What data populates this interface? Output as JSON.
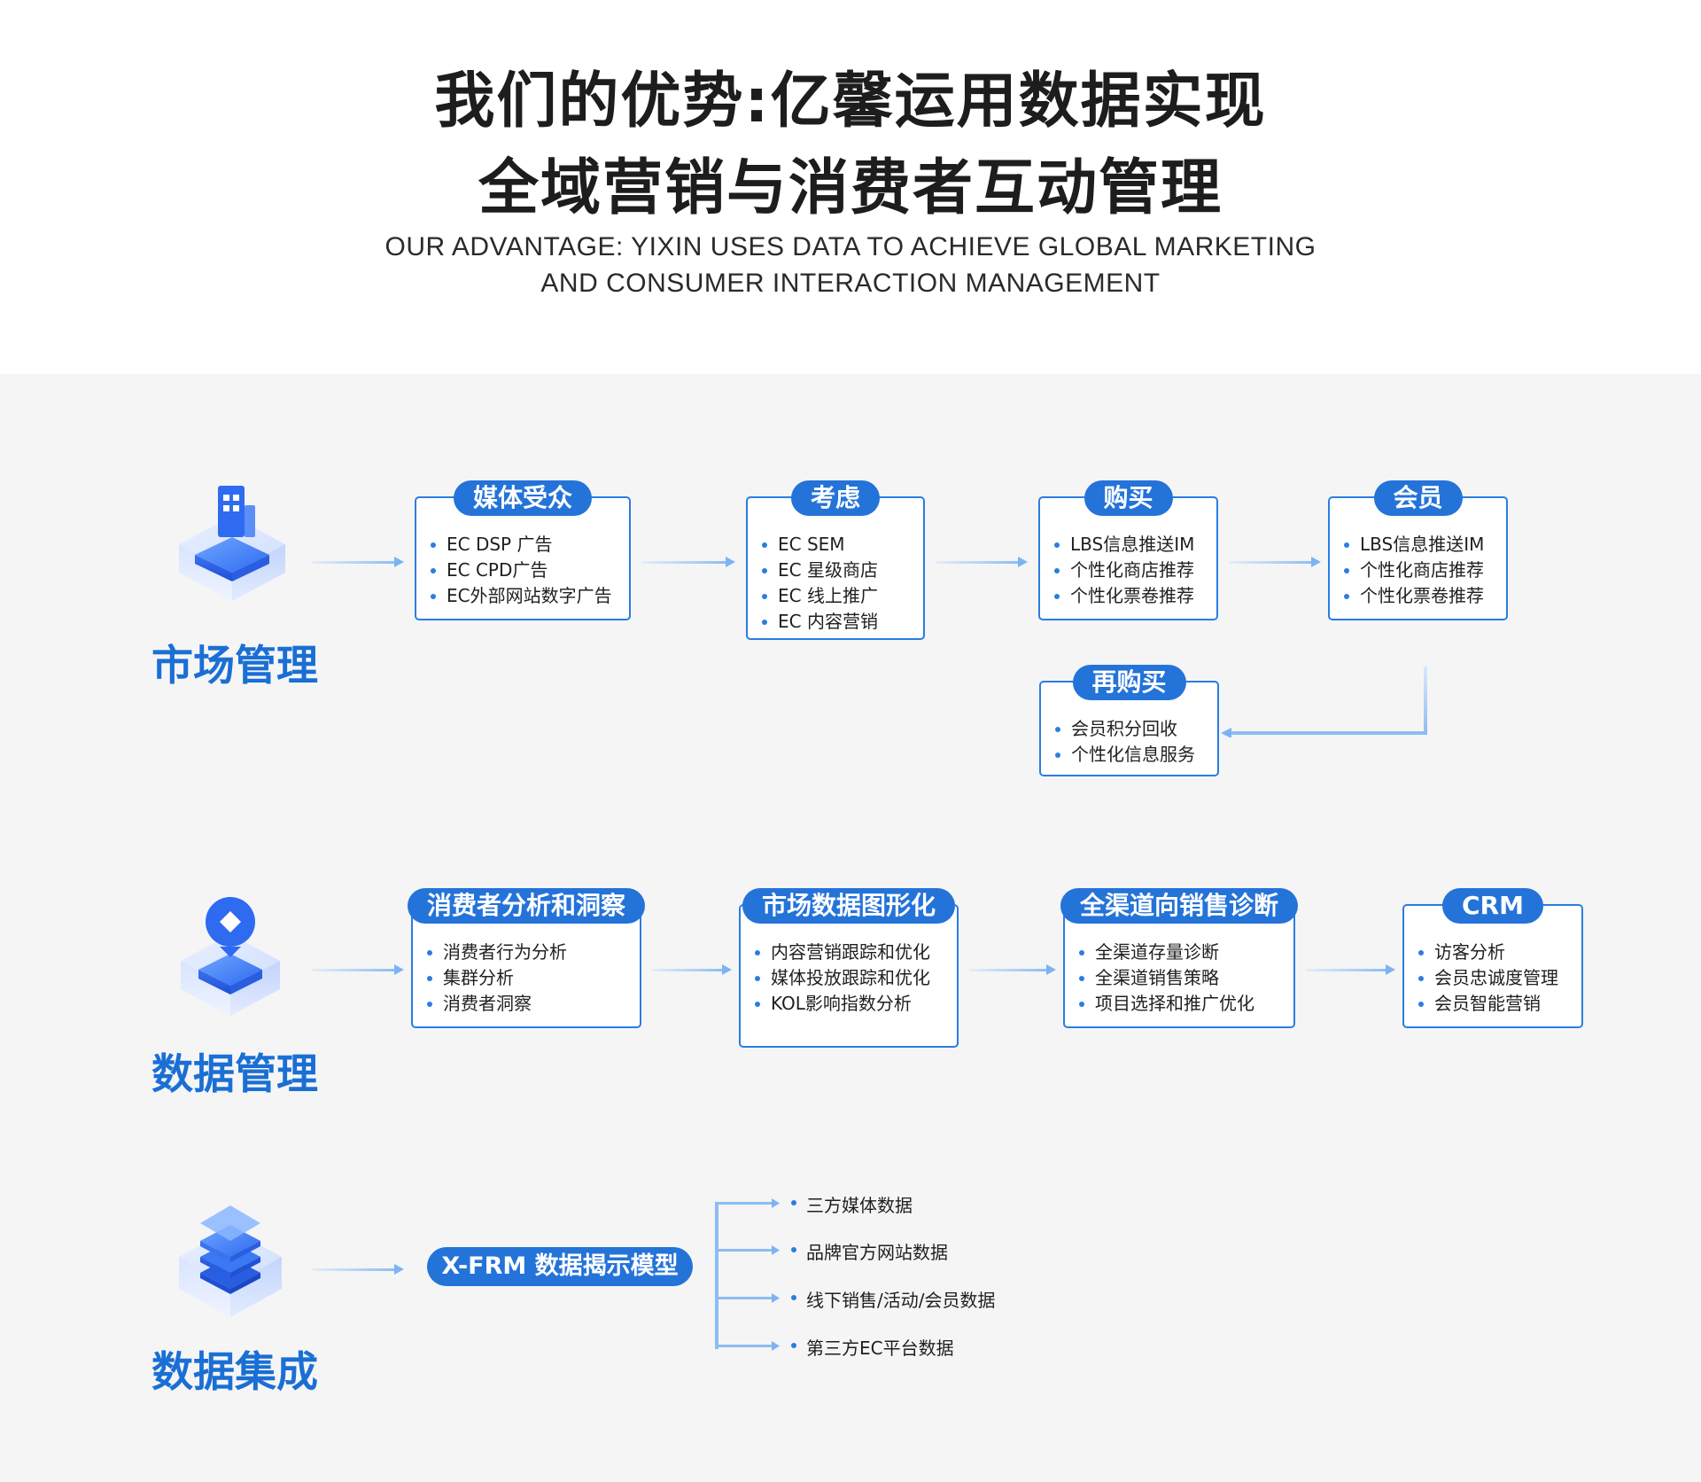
{
  "header": {
    "title_line1": "我们的优势:亿馨运用数据实现",
    "title_line2": "全域营销与消费者互动管理",
    "subtitle_line1": "OUR ADVANTAGE: YIXIN USES DATA TO ACHIEVE GLOBAL MARKETING",
    "subtitle_line2": "AND CONSUMER INTERACTION MANAGEMENT"
  },
  "sections": {
    "market": {
      "label": "市场管理",
      "icon": "building-cube-icon",
      "boxes": [
        {
          "title": "媒体受众",
          "items": [
            "EC DSP 广告",
            "EC CPD广告",
            "EC外部网站数字广告"
          ]
        },
        {
          "title": "考虑",
          "items": [
            "EC SEM",
            "EC 星级商店",
            "EC 线上推广",
            "EC 内容营销"
          ]
        },
        {
          "title": "购买",
          "items": [
            "LBS信息推送IM",
            "个性化商店推荐",
            "个性化票卷推荐"
          ]
        },
        {
          "title": "会员",
          "items": [
            "LBS信息推送IM",
            "个性化商店推荐",
            "个性化票卷推荐"
          ]
        },
        {
          "title": "再购买",
          "items": [
            "会员积分回收",
            "个性化信息服务"
          ]
        }
      ]
    },
    "data_mgmt": {
      "label": "数据管理",
      "icon": "diamond-pin-cube-icon",
      "boxes": [
        {
          "title": "消费者分析和洞察",
          "items": [
            "消费者行为分析",
            "集群分析",
            "消费者洞察"
          ]
        },
        {
          "title": "市场数据图形化",
          "items": [
            "内容营销跟踪和优化",
            "媒体投放跟踪和优化",
            "KOL影响指数分析"
          ]
        },
        {
          "title": "全渠道向销售诊断",
          "items": [
            "全渠道存量诊断",
            "全渠道销售策略",
            "项目选择和推广优化"
          ]
        },
        {
          "title": "CRM",
          "items": [
            "访客分析",
            "会员忠诚度管理",
            "会员智能营销"
          ]
        }
      ]
    },
    "integration": {
      "label": "数据集成",
      "icon": "layer-stack-cube-icon",
      "model": "X-FRM 数据揭示模型",
      "sources": [
        "三方媒体数据",
        "品牌官方网站数据",
        "线下销售/活动/会员数据",
        "第三方EC平台数据"
      ]
    }
  },
  "colors": {
    "accent": "#2473d9",
    "box_border": "#2b7de0",
    "label": "#1a6fd4",
    "arrow": "#8cbdf3",
    "panel_bg": "#f5f5f6"
  }
}
